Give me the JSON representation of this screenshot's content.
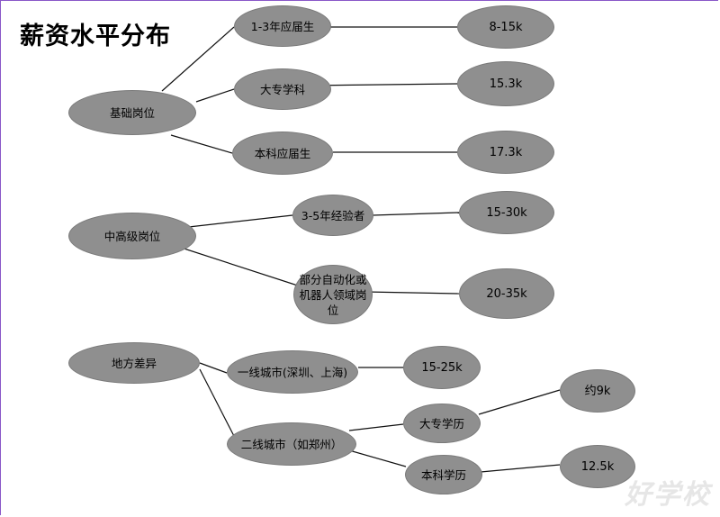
{
  "title": "薪资水平分布",
  "nodes": {
    "basic": "基础岗位",
    "grad13": "1-3年应届生",
    "sal_grad13": "8-15k",
    "junior_college": "大专学科",
    "sal_junior_college": "15.3k",
    "bachelor_grad": "本科应届生",
    "sal_bachelor_grad": "17.3k",
    "mid_senior": "中高级岗位",
    "exp35": "3-5年经验者",
    "sal_exp35": "15-30k",
    "automation": "部分自动化或机器人领域岗位",
    "sal_automation": "20-35k",
    "regional": "地方差异",
    "tier1": "一线城市(深圳、上海)",
    "sal_tier1": "15-25k",
    "tier2": "二线城市（如郑州）",
    "tier2_junior": "大专学历",
    "sal_tier2_junior": "约9k",
    "tier2_bachelor": "本科学历",
    "sal_tier2_bachelor": "12.5k"
  },
  "watermark": "好学校"
}
